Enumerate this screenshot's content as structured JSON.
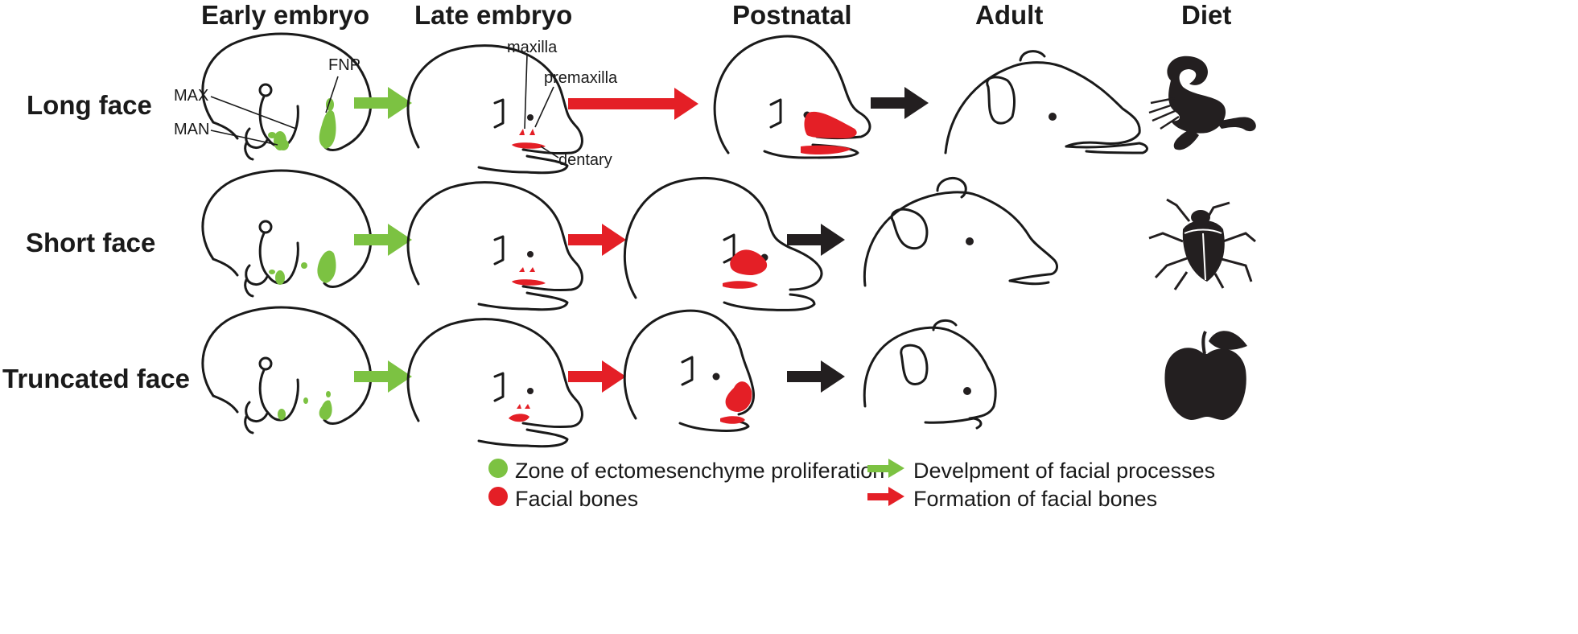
{
  "columns": {
    "early_embryo": "Early embryo",
    "late_embryo": "Late embryo",
    "postnatal": "Postnatal",
    "adult": "Adult",
    "diet": "Diet"
  },
  "rows": {
    "long_face": "Long face",
    "short_face": "Short face",
    "truncated_face": "Truncated face"
  },
  "labels": {
    "max": "MAX",
    "man": "MAN",
    "fnp": "FNP",
    "maxilla": "maxilla",
    "premaxilla": "premaxilla",
    "dentary": "dentary"
  },
  "legend": {
    "ectomesenchyme": "Zone of ectomesenchyme proliferation",
    "facial_bones": "Facial bones",
    "development": "Develpment of facial processes",
    "formation": "Formation of facial bones"
  },
  "colors": {
    "proliferation_green": "#7cc242",
    "bone_red": "#e41f26",
    "outline_black": "#1a1a1a"
  },
  "icons": {
    "long_face_diet": "scorpion-icon",
    "short_face_diet": "beetle-icon",
    "truncated_face_diet": "apple-icon"
  }
}
